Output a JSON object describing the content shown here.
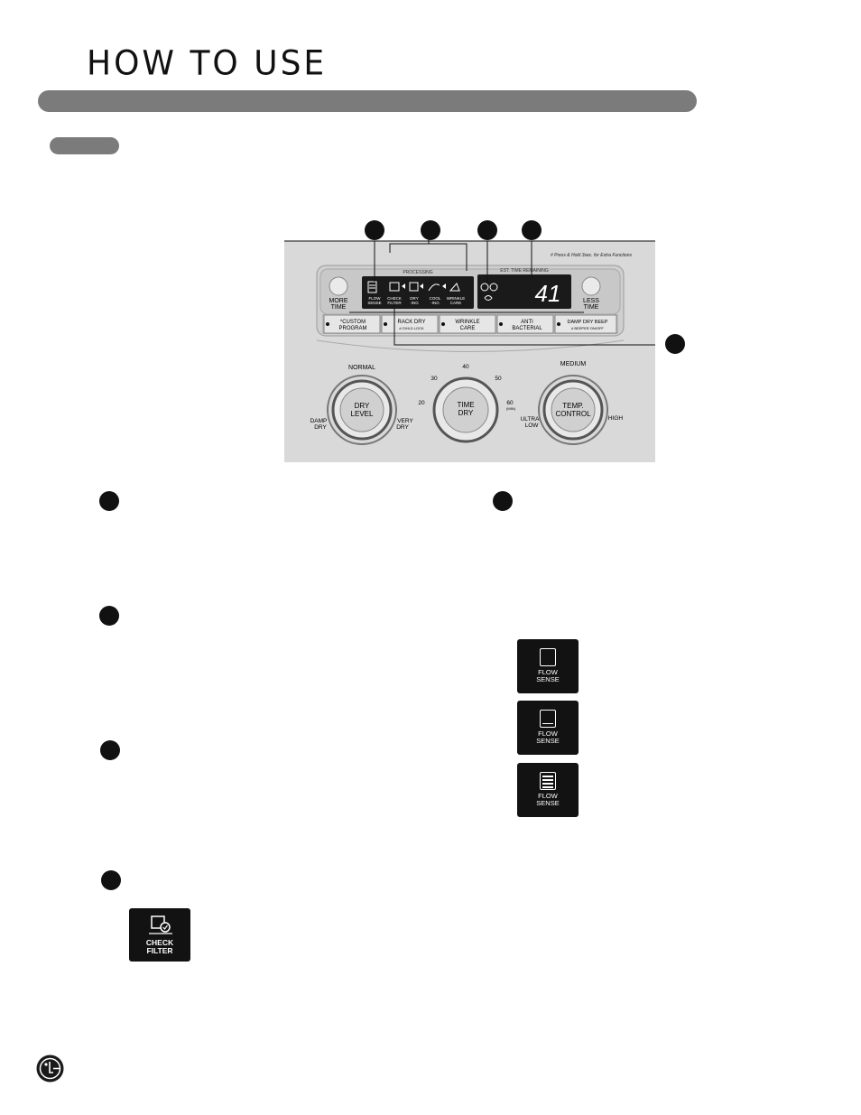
{
  "page": {
    "title": "HOW TO USE"
  },
  "control_panel": {
    "top_note": "# Press & Hold 3sec. for Extra Functions",
    "processing_label": "PROCESSING",
    "remaining_label": "EST. TIME REMAINING",
    "display_value": "41",
    "more_time": [
      "MORE",
      "TIME"
    ],
    "less_time": [
      "LESS",
      "TIME"
    ],
    "stages": [
      {
        "line1": "FLOW",
        "line2": "SENSE"
      },
      {
        "line1": "CHECK",
        "line2": "FILTER"
      },
      {
        "line1": "DRY",
        "line2": "-ING"
      },
      {
        "line1": "COOL",
        "line2": "-ING"
      },
      {
        "line1": "WRINKLE",
        "line2": "CARE"
      }
    ],
    "buttons": [
      {
        "line1": "*CUSTOM",
        "line2": "PROGRAM"
      },
      {
        "line1": "RACK DRY",
        "line2": "# CHILD LOCK"
      },
      {
        "line1": "WRINKLE",
        "line2": "CARE"
      },
      {
        "line1": "ANTI",
        "line2": "BACTERIAL"
      },
      {
        "line1": "DAMP DRY BEEP",
        "line2": "# BEEPER ON/OFF"
      }
    ],
    "dials": {
      "dry_level": {
        "center": [
          "DRY",
          "LEVEL"
        ],
        "top": "NORMAL",
        "left": [
          "DAMP",
          "DRY"
        ],
        "right": [
          "VERY",
          "DRY"
        ]
      },
      "time_dry": {
        "center": [
          "TIME",
          "DRY"
        ],
        "ticks": [
          "20",
          "30",
          "40",
          "50",
          "60"
        ],
        "unit": "(MIN)"
      },
      "temp_control": {
        "center": [
          "TEMP.",
          "CONTROL"
        ],
        "top": "MEDIUM",
        "left": [
          "ULTRA",
          "LOW"
        ],
        "right": "HIGH"
      }
    }
  },
  "flow_sense_icons": [
    {
      "line1": "FLOW",
      "line2": "SENSE",
      "level": 0
    },
    {
      "line1": "FLOW",
      "line2": "SENSE",
      "level": 1
    },
    {
      "line1": "FLOW",
      "line2": "SENSE",
      "level": 4
    }
  ],
  "check_filter_icon": {
    "line1": "CHECK",
    "line2": "FILTER"
  },
  "colors": {
    "bar": "#7b7b7b",
    "panel": "#d9d9d9",
    "display": "#1a1a1a",
    "callout": "#111111"
  }
}
